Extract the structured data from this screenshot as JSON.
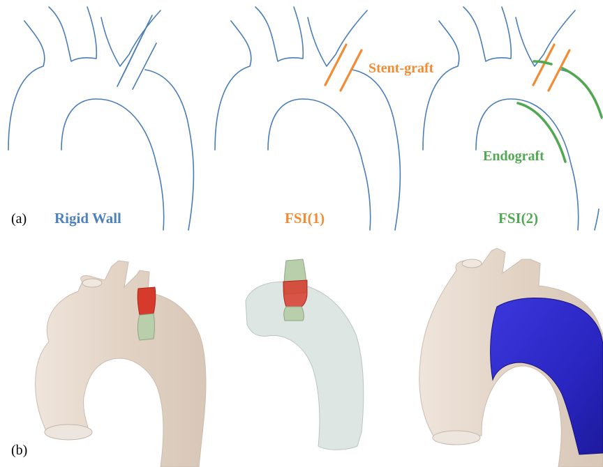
{
  "panel_labels": {
    "a": "(a)",
    "b": "(b)"
  },
  "top_row": {
    "titles": {
      "rigid": "Rigid Wall",
      "fsi1": "FSI(1)",
      "fsi2": "FSI(2)"
    },
    "annotations": {
      "stent_graft": "Stent-graft",
      "endograft": "Endograft"
    }
  },
  "colors": {
    "outline": "#4a7db8",
    "rigid_label": "#4e81bd",
    "stent": "#f28c34",
    "endograft": "#52a852",
    "aorta_skin": "#e6d9cd",
    "aorta_transparent": "#d3dfdb",
    "stent_red": "#d63a2a",
    "stent_green": "#b9ceaa",
    "endograft_blue": "#2b27c4"
  }
}
